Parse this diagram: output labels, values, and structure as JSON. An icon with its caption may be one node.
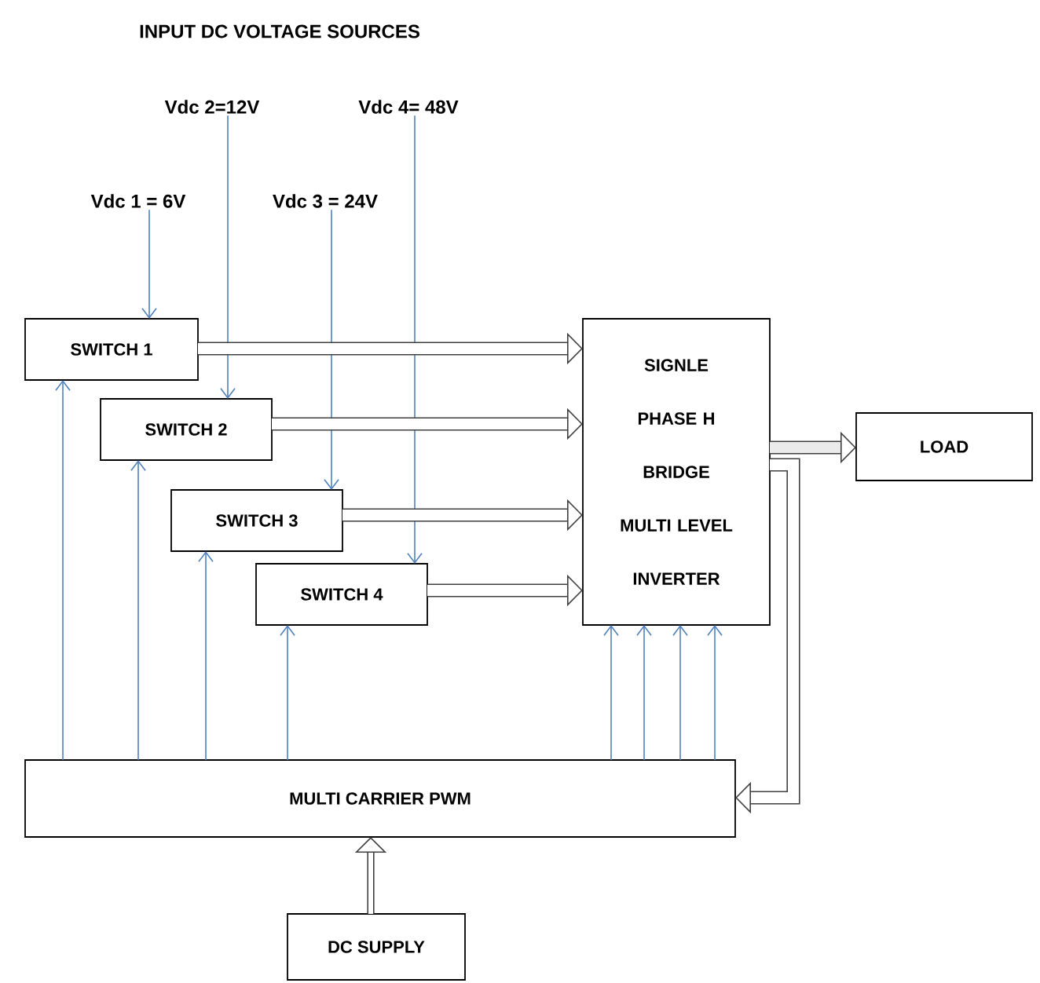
{
  "diagram": {
    "title": "INPUT DC VOLTAGE SOURCES",
    "nodes": [
      {
        "text": [
          "Vdc 1 = 6V"
        ]
      },
      {
        "text": [
          "Vdc 2=12V"
        ]
      },
      {
        "text": [
          "Vdc 3 = 24V"
        ]
      },
      {
        "text": [
          "Vdc 4= 48V"
        ]
      },
      {
        "text": [
          "SWITCH 1"
        ]
      },
      {
        "text": [
          "SWITCH 2"
        ]
      },
      {
        "text": [
          "SWITCH 3"
        ]
      },
      {
        "text": [
          "SWITCH 4"
        ]
      },
      {
        "text": [
          "SIGNLE PHASE H BRIDGE MULTI LEVEL INVERTER"
        ]
      },
      {
        "text": [
          "LOAD"
        ]
      },
      {
        "text": [
          "MULTI CARRIER PWM"
        ]
      },
      {
        "text": [
          "DC SUPPLY"
        ]
      }
    ],
    "edges": [
      {
        "from": 0,
        "to": 4,
        "arrow": "to"
      },
      {
        "from": 1,
        "to": 5,
        "arrow": "to"
      },
      {
        "from": 2,
        "to": 6,
        "arrow": "to"
      },
      {
        "from": 3,
        "to": 7,
        "arrow": "to"
      },
      {
        "from": 4,
        "to": 8,
        "arrow": "to",
        "style": "thick",
        "color": "#404040"
      },
      {
        "from": 5,
        "to": 8,
        "arrow": "to",
        "style": "thick",
        "color": "#404040"
      },
      {
        "from": 6,
        "to": 8,
        "arrow": "to",
        "style": "thick",
        "color": "#404040"
      },
      {
        "from": 7,
        "to": 8,
        "arrow": "to",
        "style": "thick",
        "color": "#404040"
      },
      {
        "from": 8,
        "to": 9,
        "arrow": "to",
        "style": "thick",
        "color": "#404040"
      },
      {
        "from": 10,
        "to": 4,
        "arrow": "to"
      },
      {
        "from": 10,
        "to": 5,
        "arrow": "to"
      },
      {
        "from": 10,
        "to": 6,
        "arrow": "to"
      },
      {
        "from": 10,
        "to": 7,
        "arrow": "to"
      },
      {
        "from": 10,
        "to": 8,
        "arrow": "to"
      },
      {
        "from": 10,
        "to": 8,
        "arrow": "to"
      },
      {
        "from": 10,
        "to": 8,
        "arrow": "to"
      },
      {
        "from": 10,
        "to": 8,
        "arrow": "to"
      },
      {
        "from": 8,
        "to": 10,
        "arrow": "to",
        "style": "thick",
        "color": "#404040"
      },
      {
        "from": 11,
        "to": 10,
        "arrow": "to",
        "style": "thick",
        "color": "#404040"
      }
    ]
  }
}
